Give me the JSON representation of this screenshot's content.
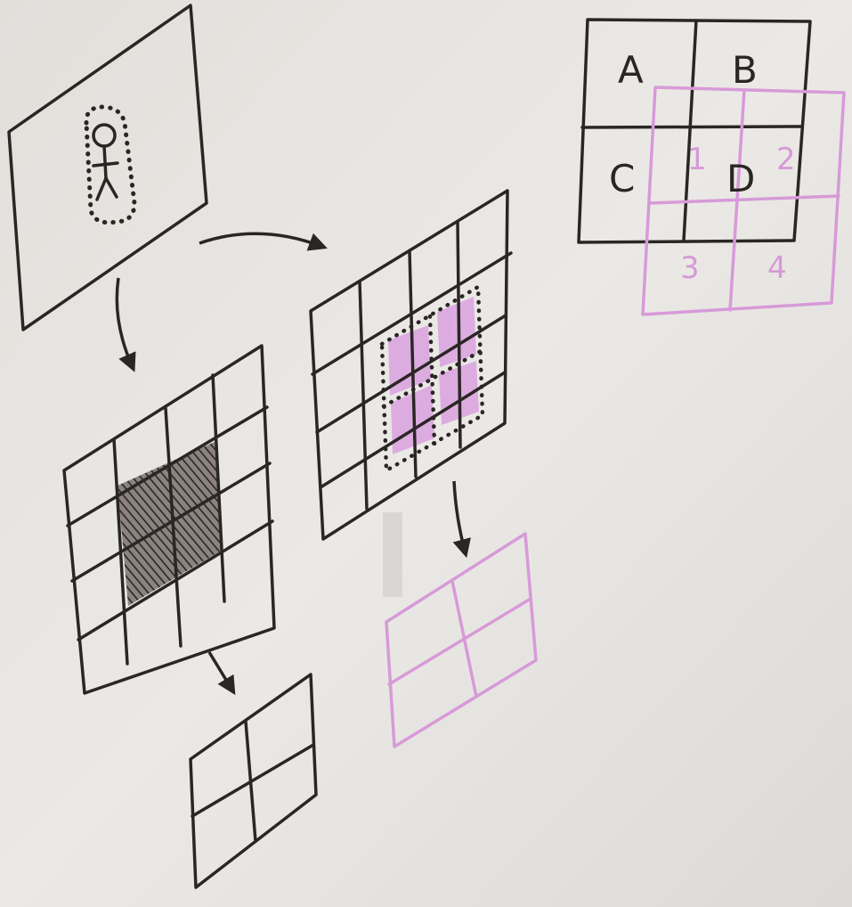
{
  "colors": {
    "board": "#e9e7e4",
    "marker_black": "#2a2624",
    "marker_pink": "#d79ad8",
    "pink_fill": "#dba6e0",
    "hatch_fill": "#6a6260"
  },
  "corner_grid": {
    "black_labels": [
      "A",
      "B",
      "C",
      "D"
    ],
    "pink_labels": [
      "1",
      "2",
      "3",
      "4"
    ]
  }
}
